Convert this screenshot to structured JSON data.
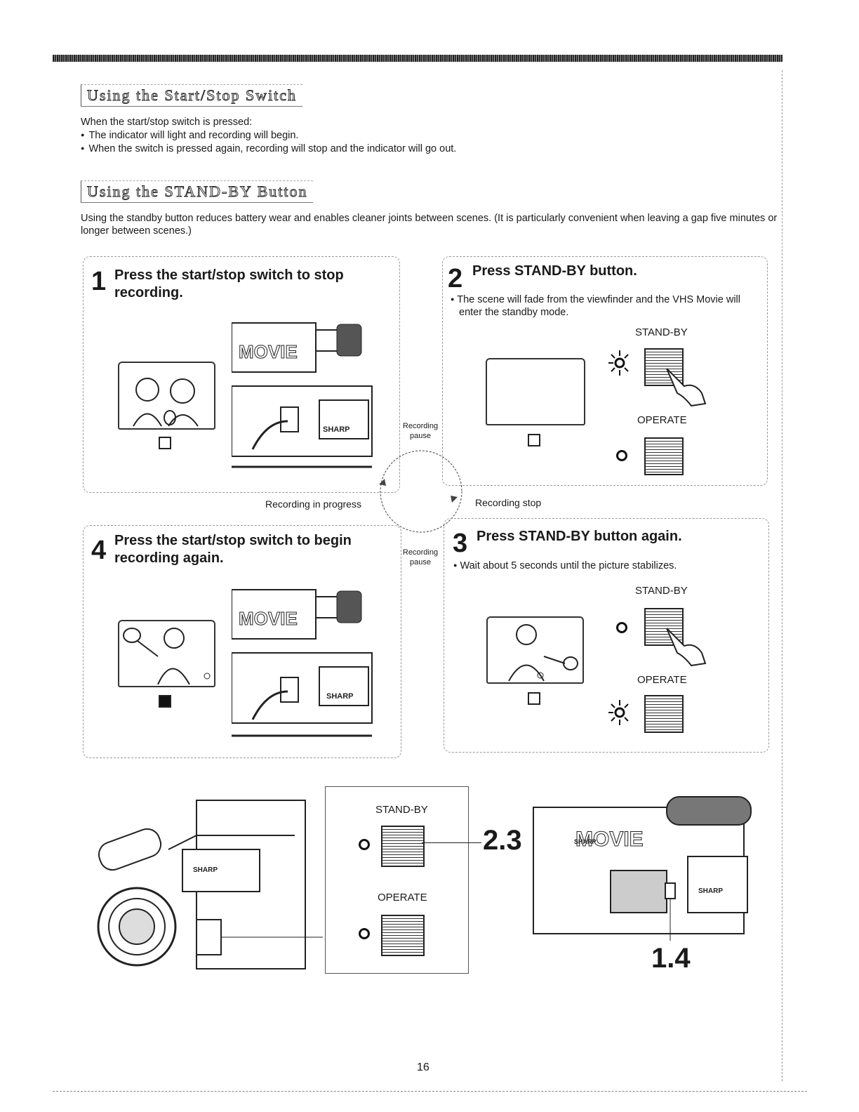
{
  "section1": {
    "title": "Using the Start/Stop Switch",
    "intro": "When the start/stop switch is pressed:",
    "bullets": [
      "The indicator will light and recording will begin.",
      "When the switch is pressed again, recording will stop and the indicator will go out."
    ]
  },
  "section2": {
    "title": "Using the STAND-BY Button",
    "intro": "Using the standby button reduces battery wear and enables cleaner joints between scenes. (It is particularly convenient when leaving a gap five minutes or longer between scenes.)"
  },
  "steps": [
    {
      "number": "1",
      "title": "Press the start/stop switch to stop recording."
    },
    {
      "number": "2",
      "title": "Press STAND-BY button.",
      "note": "The scene will fade from the viewfinder and the VHS Movie will enter the standby mode.",
      "label_standby": "STAND-BY",
      "label_operate": "OPERATE"
    },
    {
      "number": "3",
      "title": "Press STAND-BY button again.",
      "note": "Wait about 5 seconds until the picture stabilizes.",
      "label_standby": "STAND-BY",
      "label_operate": "OPERATE"
    },
    {
      "number": "4",
      "title": "Press the start/stop switch to begin recording again."
    }
  ],
  "cycle": {
    "recording_pause_top": "Recording pause",
    "recording_pause_bottom": "Recording pause",
    "recording_in_progress": "Recording in progress",
    "recording_stop": "Recording stop"
  },
  "camera_labels": {
    "brand": "SHARP"
  },
  "diagram": {
    "label_standby": "STAND-BY",
    "label_operate": "OPERATE",
    "callout_standby": "2.3",
    "callout_switch": "1.4"
  },
  "page_number": "16"
}
